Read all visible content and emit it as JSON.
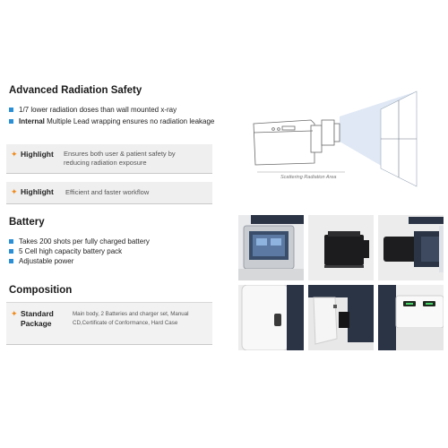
{
  "radiation": {
    "title": "Advanced Radiation Safety",
    "bullets": [
      {
        "bold": "",
        "text": "1/7 lower radiation doses than wall mounted x-ray"
      },
      {
        "bold": "Internal",
        "text": " Multiple Lead wrapping ensures no radiation leakage"
      }
    ],
    "highlights": [
      {
        "label": "Highlight",
        "text": "Ensures both user & patient safety by reducing radiation exposure"
      },
      {
        "label": "Highlight",
        "text": "Efficient and faster workflow"
      }
    ],
    "diagram_caption": "Scattering Radiation Area"
  },
  "battery": {
    "title": "Battery",
    "bullets": [
      "Takes 200 shots per fully charged battery",
      "5 Cell high capacity battery pack",
      "Adjustable power"
    ]
  },
  "composition": {
    "title": "Composition",
    "label_line1": "Standard",
    "label_line2": "Package",
    "text": "Main body, 2 Batteries and charger set, Manual CD,Certificate of Conformance, Hard Case"
  },
  "colors": {
    "bullet": "#2a8fd6",
    "star": "#f08a1a",
    "device_body": "#2b3445",
    "beam": "#dfe8f4"
  },
  "icons": {
    "star": "✦"
  }
}
